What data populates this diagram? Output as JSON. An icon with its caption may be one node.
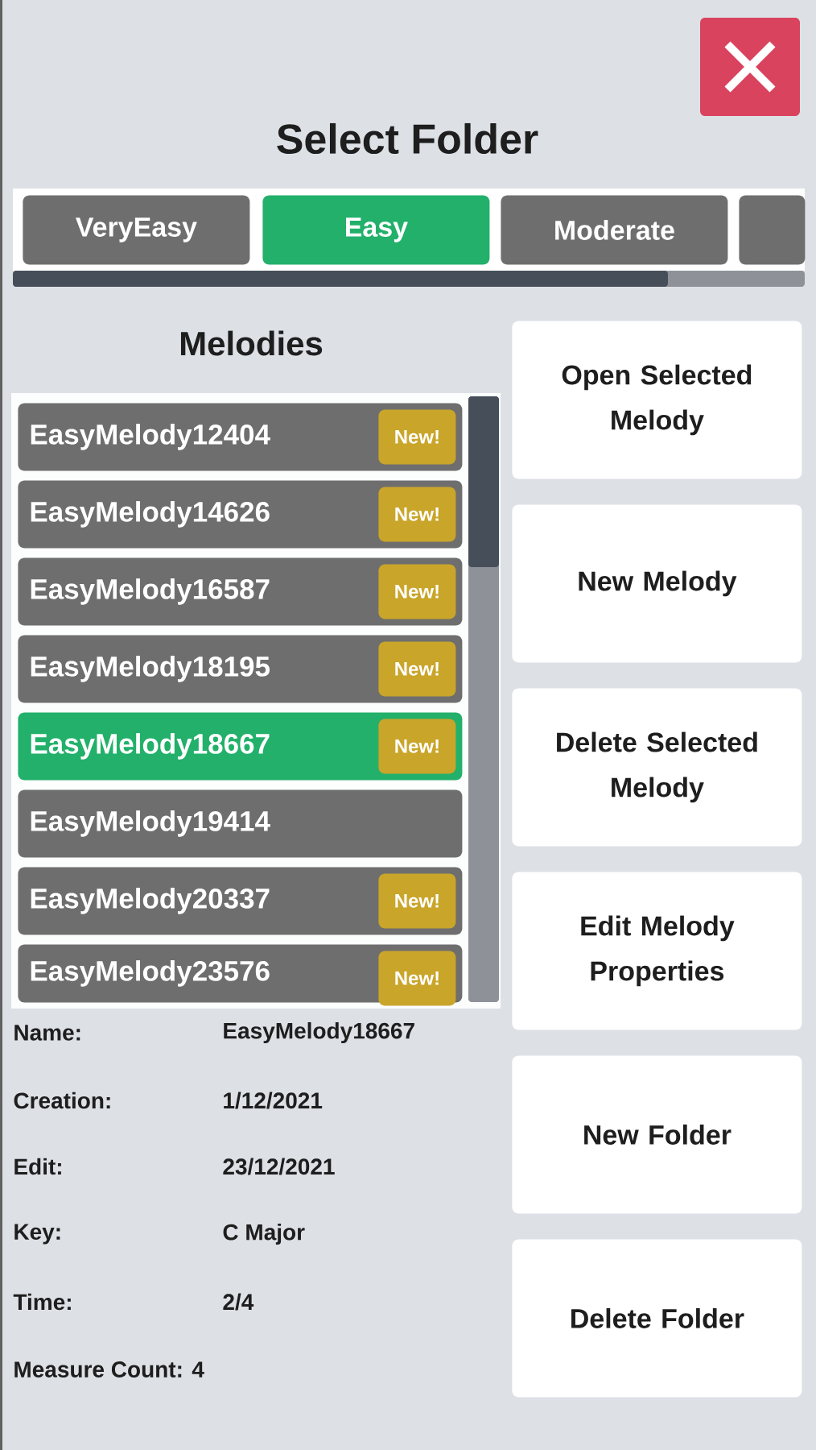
{
  "diagram": {
    "title": "Select Folder",
    "nodes": [
      {
        "text": [
          "VeryEasy"
        ]
      },
      {
        "text": [
          "Easy"
        ]
      },
      {
        "text": [
          "Moderate"
        ]
      },
      {
        "text": [],
        "shape": "box"
      },
      {
        "text": [
          "EasyMelody12404"
        ]
      },
      {
        "text": [
          "New!"
        ],
        "in": 4
      },
      {
        "text": [
          "EasyMelody14626"
        ]
      },
      {
        "text": [
          "New!"
        ],
        "in": 6
      },
      {
        "text": [
          "EasyMelody16587"
        ]
      },
      {
        "text": [
          "New!"
        ],
        "in": 8
      },
      {
        "text": [
          "EasyMelody18195"
        ]
      },
      {
        "text": [
          "New!"
        ],
        "in": 10
      },
      {
        "text": [
          "EasyMelody18667"
        ]
      },
      {
        "text": [
          "New!"
        ],
        "in": 12
      },
      {
        "text": [
          "EasyMelody19414"
        ]
      },
      {
        "text": [
          "EasyMelody20337"
        ]
      },
      {
        "text": [
          "New!"
        ],
        "in": 15
      },
      {
        "text": [
          "EasyMelody23576"
        ]
      },
      {
        "text": [
          "New!"
        ],
        "in": 17
      },
      {
        "text": [
          "Open Selected Melody"
        ]
      },
      {
        "text": [
          "New Melody"
        ]
      },
      {
        "text": [
          "Delete Selected Melody"
        ]
      },
      {
        "text": [
          "Edit Melody Properties"
        ]
      },
      {
        "text": [
          "New Folder"
        ]
      },
      {
        "text": [
          "Delete Folder"
        ]
      }
    ],
    "labels": [
      "Melodies",
      "Name:",
      "EasyMelody18667",
      "Creation:",
      "1/12/2021",
      "Edit:",
      "23/12/2021",
      "Key:",
      "C Major",
      "Time:",
      "2/4",
      "Measure Count: 4"
    ]
  }
}
